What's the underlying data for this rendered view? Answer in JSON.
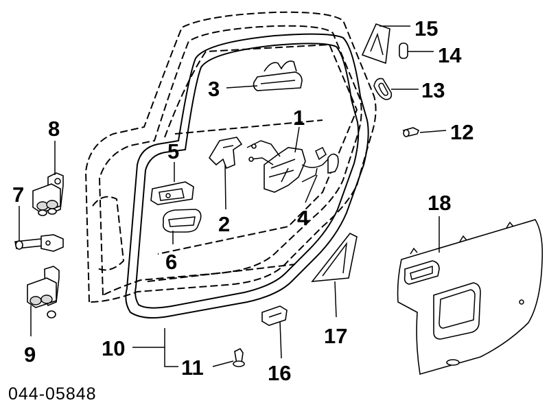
{
  "diagram": {
    "reference_code": "044-05848",
    "callouts": [
      {
        "id": "1",
        "label": "1"
      },
      {
        "id": "2",
        "label": "2"
      },
      {
        "id": "3",
        "label": "3"
      },
      {
        "id": "4",
        "label": "4"
      },
      {
        "id": "5",
        "label": "5"
      },
      {
        "id": "6",
        "label": "6"
      },
      {
        "id": "7",
        "label": "7"
      },
      {
        "id": "8",
        "label": "8"
      },
      {
        "id": "9",
        "label": "9"
      },
      {
        "id": "10",
        "label": "10"
      },
      {
        "id": "11",
        "label": "11"
      },
      {
        "id": "12",
        "label": "12"
      },
      {
        "id": "13",
        "label": "13"
      },
      {
        "id": "14",
        "label": "14"
      },
      {
        "id": "15",
        "label": "15"
      },
      {
        "id": "16",
        "label": "16"
      },
      {
        "id": "17",
        "label": "17"
      },
      {
        "id": "18",
        "label": "18"
      }
    ]
  }
}
